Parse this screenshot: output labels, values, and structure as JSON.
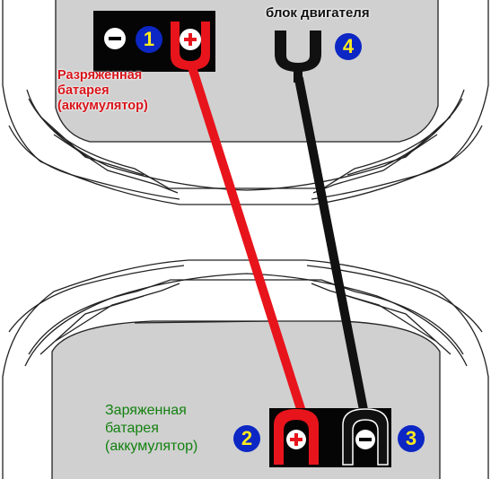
{
  "labels": {
    "dead_battery": [
      "Разряженная",
      "батарея",
      "(аккумулятор)"
    ],
    "good_battery": [
      "Заряженная",
      "батарея",
      "(аккумулятор)"
    ],
    "engine_block": "блок двигателя"
  },
  "steps": [
    "1",
    "2",
    "3",
    "4"
  ],
  "terminal_signs": {
    "plus": "+",
    "minus": "−"
  },
  "colors": {
    "positive_cable": "#e8141c",
    "negative_cable": "#111111",
    "clamp_positive": "#e8141c",
    "step_badge_bg": "#0c27c4",
    "step_badge_text": "#ffeb1f",
    "dead_label": "#d8141a",
    "good_label": "#12810f"
  }
}
